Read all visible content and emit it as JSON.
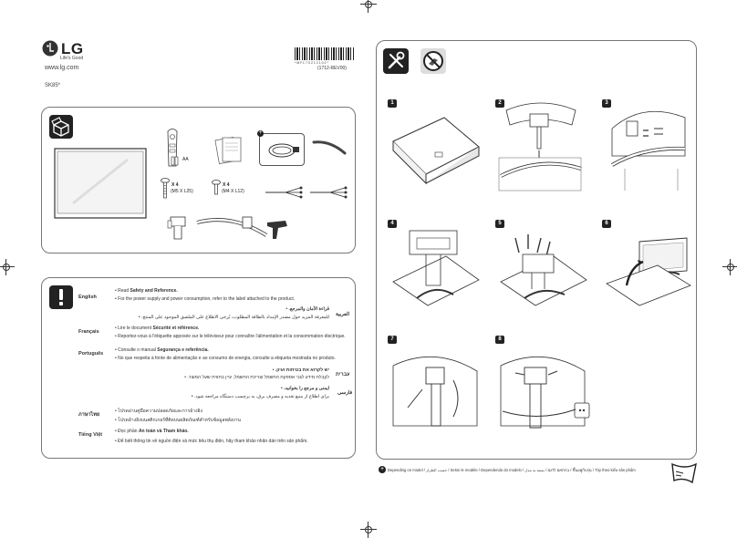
{
  "brand": {
    "logo_text": "LG",
    "tagline": "Life's Good",
    "website": "www.lg.com",
    "model": "SK85*"
  },
  "barcode": {
    "digits": "* M F L 7 0 2 1 2 1 0 2 *",
    "revision": "(1712-REV00)"
  },
  "contents": {
    "batteries_label": "AA",
    "screw_large": {
      "qty": "X 4",
      "size": "(M5 X L25)"
    },
    "screw_small": {
      "qty": "X 4",
      "size": "(M4 X L12)"
    }
  },
  "safety": {
    "english": {
      "lang": "English",
      "line1_prefix": "Read ",
      "line1_bold": "Safety and Reference.",
      "line2": "For the power supply and power consumption, refer to the label attached to the product."
    },
    "arabic": {
      "lang": "العربية",
      "line1": "قراءة الأمان والمرجع.",
      "line2": "للمعرفة المزيد حول مصدر الإمداد بالطاقة المطلوب، يُرجى الاطلاع على الملصق الموجود على المنتج."
    },
    "french": {
      "lang": "Français",
      "line1_prefix": "Lire le document ",
      "line1_bold": "Sécurité et référence.",
      "line2": "Reportez-vous à l'étiquette apposée sur le téléviseur pour connaître l'alimentation et la consommation électrique."
    },
    "portuguese": {
      "lang": "Português",
      "line1_prefix": "Consulte o manual ",
      "line1_bold": "Segurança e referência.",
      "line2": "No que respeita à fonte de alimentação e ao consumo de energia, consulte a etiqueta mostrada no produto."
    },
    "hebrew": {
      "lang": "עברית",
      "line1": "יש לקרוא את בטיחות ועיון.",
      "line2": "לקבלת מידע לגבי אספקת החשמל וצריכת החשמל, עיין בתווית שעל המוצר."
    },
    "persian": {
      "lang": "فارسی",
      "line1": "ایمنی و مرجع را بخوانید.",
      "line2": "برای اطلاع از منبع تغذیه و مصرف برق، به برچسب دستگاه مراجعه شود."
    },
    "thai": {
      "lang": "ภาษาไทย",
      "line1": "โปรดอ่านคู่มือความปลอดภัยและการอ้างอิง",
      "line2": "โปรดอ้างอิงบนสติกเกอร์ที่ติดบนผลิตภัณฑ์สำหรับข้อมูลพลังงาน"
    },
    "vietnamese": {
      "lang": "Tiếng Việt",
      "line1_prefix": "Đọc phần ",
      "line1_bold": "An toàn và Tham khảo.",
      "line2": "Để biết thông tin về nguồn điện và mức tiêu thụ điện, hãy tham khảo nhãn dán trên sản phẩm."
    }
  },
  "steps": [
    "1",
    "2",
    "3",
    "4",
    "5",
    "6",
    "7",
    "8"
  ],
  "footer_note": "Depending on model / حسب الطراز / Selon le modèle / Dependendo do modelo / בהתאם לדגם / بسته به مدل / ขึ้นอยู่กับรุ่น / Tùy theo kiểu sản phẩm"
}
